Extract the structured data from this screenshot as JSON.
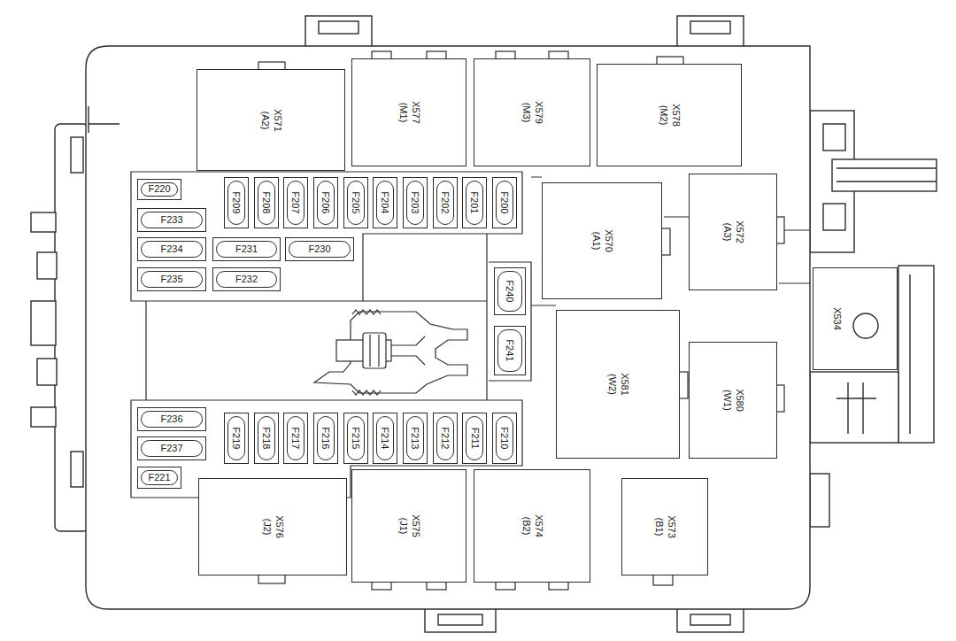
{
  "diagram": {
    "nodes": [
      {
        "text": [
          "X571 (A2)"
        ]
      },
      {
        "text": [
          "X577 (M1)"
        ]
      },
      {
        "text": [
          "X579 (M3)"
        ]
      },
      {
        "text": [
          "X578 (M2)"
        ]
      },
      {
        "text": [
          "F220"
        ]
      },
      {
        "text": [
          "F209"
        ]
      },
      {
        "text": [
          "F208"
        ]
      },
      {
        "text": [
          "F207"
        ]
      },
      {
        "text": [
          "F206"
        ]
      },
      {
        "text": [
          "F205"
        ]
      },
      {
        "text": [
          "F204"
        ]
      },
      {
        "text": [
          "F203"
        ]
      },
      {
        "text": [
          "F202"
        ]
      },
      {
        "text": [
          "F201"
        ]
      },
      {
        "text": [
          "F200"
        ]
      },
      {
        "text": [
          "F233"
        ]
      },
      {
        "text": [
          "X570 (A1)"
        ]
      },
      {
        "text": [
          "X572 (A3)"
        ]
      },
      {
        "text": [
          "F234"
        ]
      },
      {
        "text": [
          "F231"
        ]
      },
      {
        "text": [
          "F230"
        ]
      },
      {
        "text": [
          "F235"
        ]
      },
      {
        "text": [
          "F232"
        ]
      },
      {
        "text": [
          "F240"
        ]
      },
      {
        "text": [
          "X534"
        ]
      },
      {
        "text": [
          "F241"
        ]
      },
      {
        "text": [
          "X581 (W2)"
        ]
      },
      {
        "text": [
          "X580 (W1)"
        ]
      },
      {
        "text": [
          "F236"
        ]
      },
      {
        "text": [
          "F219"
        ]
      },
      {
        "text": [
          "F218"
        ]
      },
      {
        "text": [
          "F217"
        ]
      },
      {
        "text": [
          "F216"
        ]
      },
      {
        "text": [
          "F215"
        ]
      },
      {
        "text": [
          "F214"
        ]
      },
      {
        "text": [
          "F213"
        ]
      },
      {
        "text": [
          "F212"
        ]
      },
      {
        "text": [
          "F211"
        ]
      },
      {
        "text": [
          "F210"
        ]
      },
      {
        "text": [
          "F237"
        ]
      },
      {
        "text": [
          "F221"
        ]
      },
      {
        "text": [
          "X576 (J2)"
        ]
      },
      {
        "text": [
          "X575 (J1)"
        ]
      },
      {
        "text": [
          "X574 (B2)"
        ]
      },
      {
        "text": [
          "X573 (B1)"
        ]
      }
    ],
    "edges": []
  }
}
